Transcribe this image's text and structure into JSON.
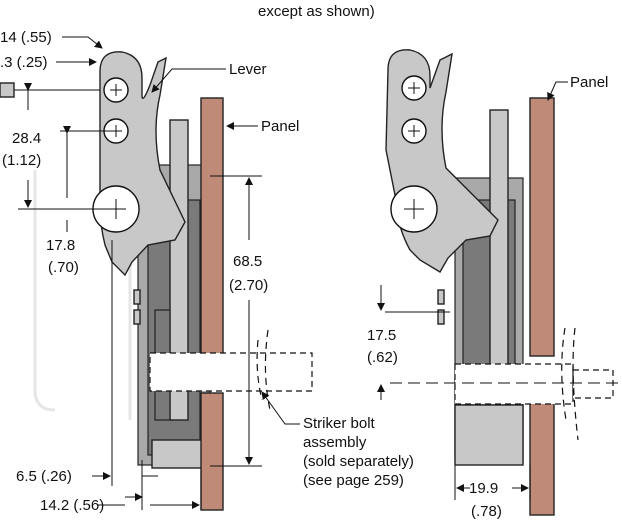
{
  "header_note": "except as shown)",
  "left_view": {
    "dim_top_1": "14 (.55)",
    "dim_top_2": ".3 (.25)",
    "lever_label": "Lever",
    "panel_label": "Panel",
    "dim_28_4": "28.4",
    "dim_1_12": "(1.12)",
    "dim_17_8": "17.8",
    "dim_070": "(.70)",
    "dim_68_5": "68.5",
    "dim_2_70": "(2.70)",
    "striker_line1": "Striker bolt",
    "striker_line2": "assembly",
    "striker_line3": "(sold separately)",
    "striker_line4": "(see page 259)",
    "dim_6_5": "6.5 (.26)",
    "dim_14_2": "14.2 (.56)"
  },
  "right_view": {
    "panel_label": "Panel",
    "dim_17_5": "17.5",
    "dim_062": "(.62)",
    "dim_19_9": "19.9",
    "dim_078": "(.78)"
  }
}
